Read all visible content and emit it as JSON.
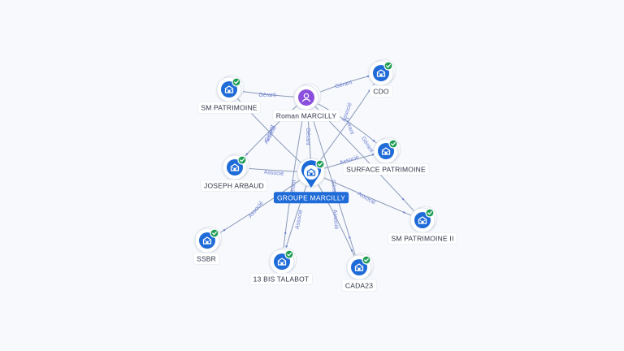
{
  "graph": {
    "nodes": [
      {
        "id": "roman",
        "label": "Roman MARCILLY",
        "type": "person",
        "verified": false
      },
      {
        "id": "groupe",
        "label": "GROUPE MARCILLY",
        "type": "company",
        "verified": true,
        "highlight": true
      },
      {
        "id": "smpat",
        "label": "SM PATRIMOINE",
        "type": "company",
        "verified": true
      },
      {
        "id": "cdo",
        "label": "CDO",
        "type": "company",
        "verified": true
      },
      {
        "id": "surface",
        "label": "SURFACE PATRIMOINE",
        "type": "company",
        "verified": true
      },
      {
        "id": "joseph",
        "label": "JOSEPH ARBAUD",
        "type": "company",
        "verified": true
      },
      {
        "id": "smpat2",
        "label": "SM PATRIMOINE II",
        "type": "company",
        "verified": true
      },
      {
        "id": "ssbr",
        "label": "SSBR",
        "type": "company",
        "verified": true
      },
      {
        "id": "talabot",
        "label": "13 BIS TALABOT",
        "type": "company",
        "verified": true
      },
      {
        "id": "cada",
        "label": "CADA23",
        "type": "company",
        "verified": true
      }
    ],
    "edges": [
      {
        "from": "roman",
        "to": "smpat",
        "label": "Gérant"
      },
      {
        "from": "roman",
        "to": "cdo",
        "label": "Gérant"
      },
      {
        "from": "roman",
        "to": "groupe",
        "label": "Gérant"
      },
      {
        "from": "roman",
        "to": "surface",
        "label": "Gérant"
      },
      {
        "from": "roman",
        "to": "joseph",
        "label": "Gérant"
      },
      {
        "from": "roman",
        "to": "talabot",
        "label": "Gérant"
      },
      {
        "from": "roman",
        "to": "cada",
        "label": "Gérant"
      },
      {
        "from": "roman",
        "to": "smpat2",
        "label": "Gérant"
      },
      {
        "from": "groupe",
        "to": "smpat",
        "label": "Associé"
      },
      {
        "from": "groupe",
        "to": "joseph",
        "label": "Associé"
      },
      {
        "from": "groupe",
        "to": "ssbr",
        "label": "Associé"
      },
      {
        "from": "groupe",
        "to": "talabot",
        "label": "Associé"
      },
      {
        "from": "groupe",
        "to": "cada",
        "label": "Associé"
      },
      {
        "from": "groupe",
        "to": "smpat2",
        "label": "Associé"
      },
      {
        "from": "groupe",
        "to": "surface",
        "label": "Associé"
      },
      {
        "from": "groupe",
        "to": "cdo",
        "label": "Associé"
      }
    ]
  },
  "colors": {
    "company": "#1f6bd8",
    "person": "#8a4fdc",
    "verified": "#1f9d55",
    "edge": "#8a9ab8",
    "edge_label": "#6e7fd4"
  },
  "icons": {
    "company": "building-icon",
    "person": "user-icon",
    "verified": "check-badge-icon",
    "focus": "map-pin-icon"
  }
}
